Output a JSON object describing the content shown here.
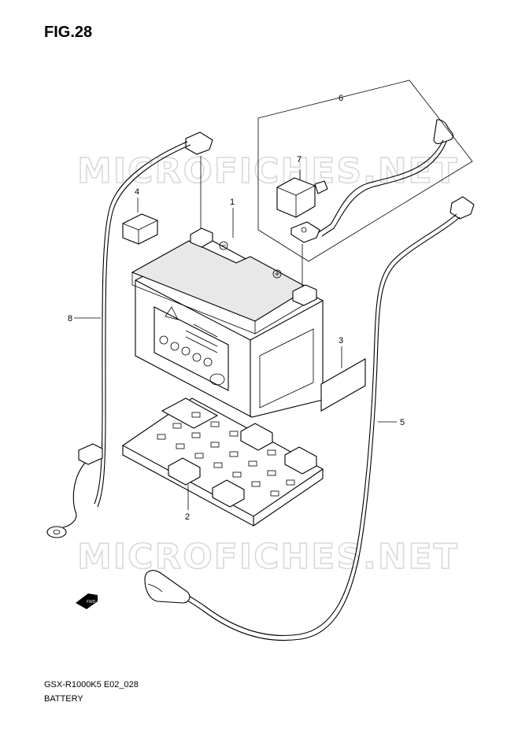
{
  "figure": {
    "title": "FIG.28",
    "model_code": "GSX-R1000K5 E02_028",
    "section_name": "BATTERY"
  },
  "watermark": {
    "text": "MICROFICHES.NET",
    "color": "#d9d9d9"
  },
  "callouts": {
    "part_1": "1",
    "part_2": "2",
    "part_3": "3",
    "part_4": "4",
    "part_5": "5",
    "part_6": "6",
    "part_7": "7",
    "part_8": "8"
  },
  "direction_marker": {
    "label": "FWD"
  }
}
